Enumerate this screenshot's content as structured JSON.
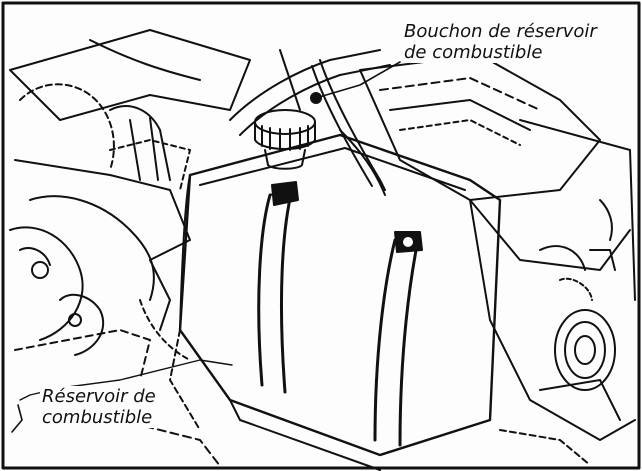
{
  "callouts": {
    "fuel_cap": {
      "line1": "Bouchon de réservoir",
      "line2": "de combustible"
    },
    "fuel_tank": {
      "line1": "Réservoir de",
      "line2": "combustible"
    }
  },
  "colors": {
    "ink": "#111111",
    "paper": "#fdfdfd"
  }
}
